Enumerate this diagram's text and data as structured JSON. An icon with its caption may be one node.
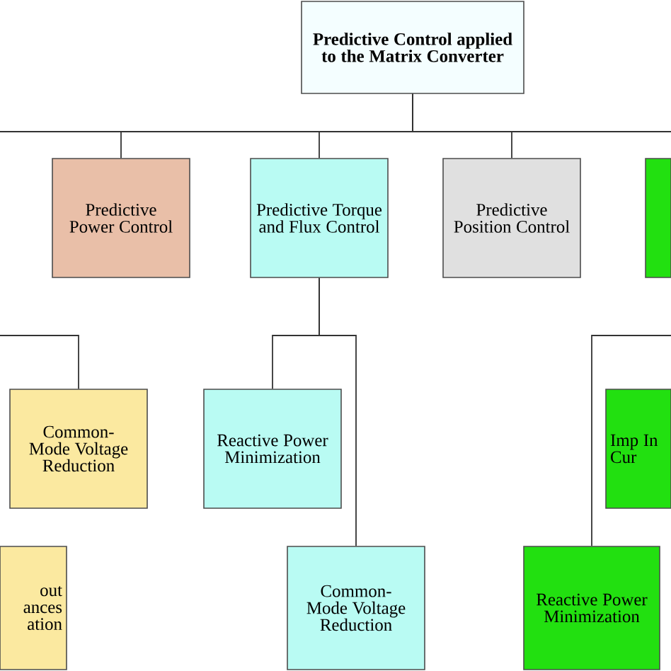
{
  "diagram": {
    "nodes": [
      {
        "text": [
          "Predictive Control applied to the Matrix Converter"
        ]
      },
      {
        "text": [
          "Predictive Power Control"
        ]
      },
      {
        "text": [
          "Predictive Torque and Flux Control"
        ]
      },
      {
        "text": [
          "Predictive Position Control"
        ]
      },
      {
        "text": [],
        "shape": "box"
      },
      {
        "text": [
          "Common-Mode Voltage Reduction"
        ]
      },
      {
        "text": [
          "Reactive Power Minimization"
        ]
      },
      {
        "text": [
          "Imp In Cur"
        ]
      },
      {
        "text": [
          "out ances ation"
        ]
      },
      {
        "text": [
          "Common-Mode Voltage Reduction"
        ]
      },
      {
        "text": [
          "Reactive Power Minimization"
        ]
      }
    ],
    "edges": [
      {
        "from": 0,
        "to": 1,
        "arrow": "none"
      },
      {
        "from": 0,
        "to": 2,
        "arrow": "none"
      },
      {
        "from": 0,
        "to": 3,
        "arrow": "none"
      },
      {
        "from": 0,
        "to": null,
        "arrow": "none"
      },
      {
        "from": 0,
        "to": null,
        "arrow": "none"
      },
      {
        "from": 2,
        "to": 6,
        "arrow": "none"
      },
      {
        "from": 2,
        "to": 9,
        "arrow": "none"
      },
      {
        "from": null,
        "to": 5,
        "arrow": "none"
      },
      {
        "from": null,
        "to": 10,
        "arrow": "none"
      }
    ]
  }
}
